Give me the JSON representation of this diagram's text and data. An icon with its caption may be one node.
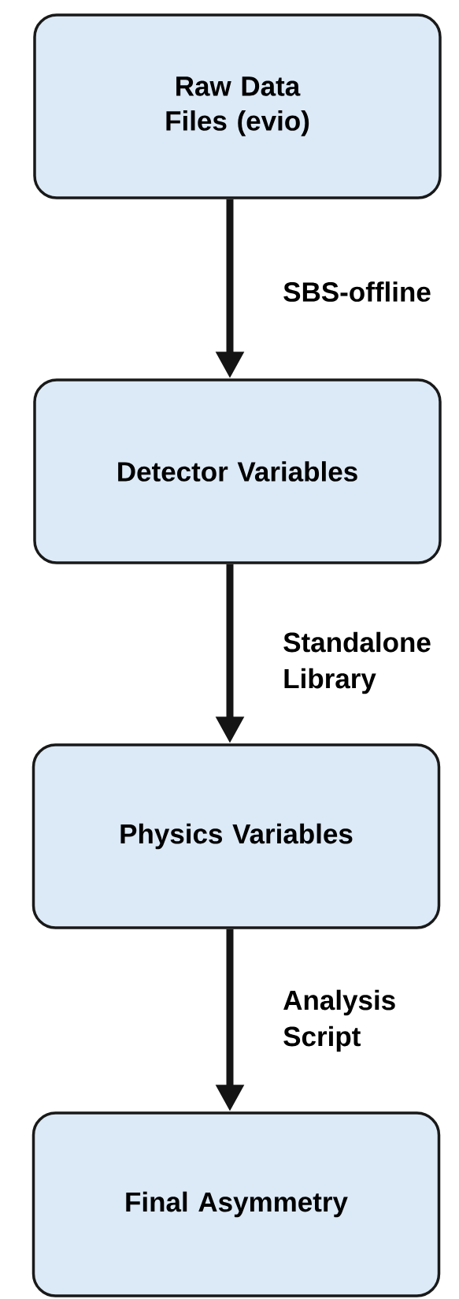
{
  "diagram": {
    "nodes": [
      {
        "text": [
          "Raw Data Files (evio)"
        ]
      },
      {
        "text": [
          "Detector Variables"
        ]
      },
      {
        "text": [
          "Physics Variables"
        ]
      },
      {
        "text": [
          "Final Asymmetry"
        ]
      }
    ],
    "edges": [
      {
        "from": 0,
        "to": 1,
        "arrow": "to",
        "label": "SBS-offline"
      },
      {
        "from": 1,
        "to": 2,
        "arrow": "to",
        "label": "Standalone Library"
      },
      {
        "from": 2,
        "to": 3,
        "arrow": "to",
        "label": "Analysis Script"
      }
    ]
  }
}
